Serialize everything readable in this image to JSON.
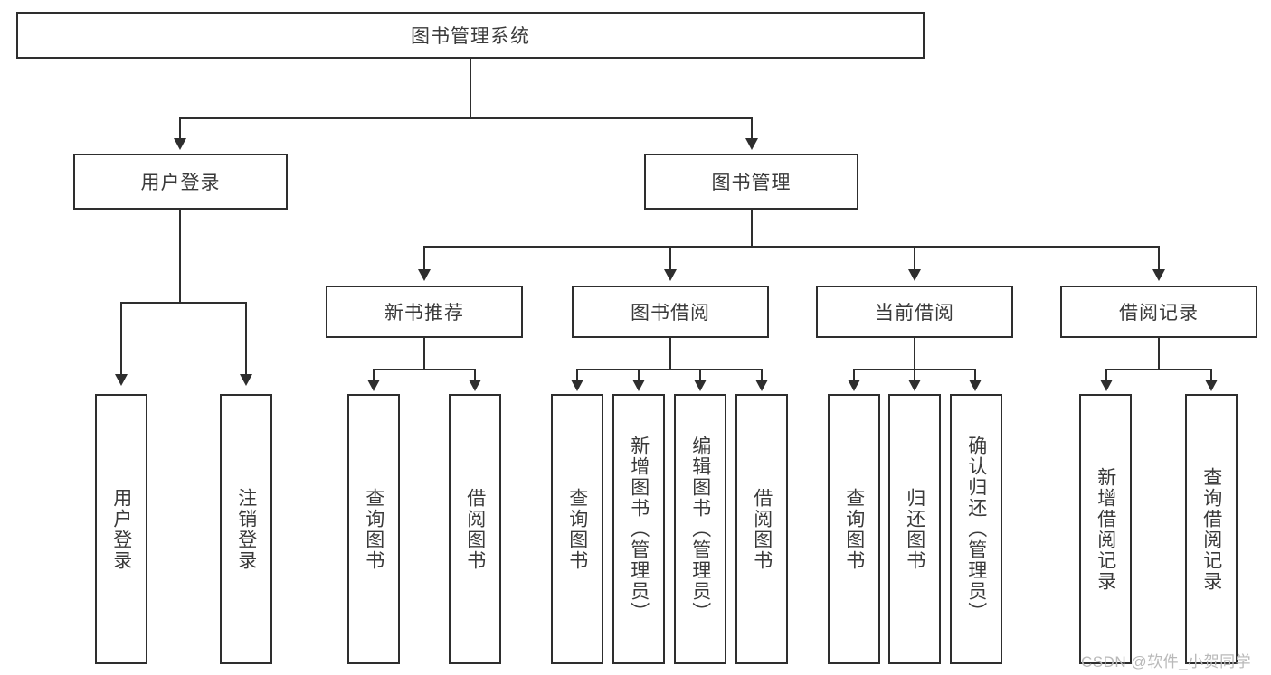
{
  "diagram": {
    "title": "图书管理系统",
    "type": "hierarchy-tree",
    "root": {
      "label": "图书管理系统"
    },
    "level2": [
      {
        "label": "用户登录"
      },
      {
        "label": "图书管理"
      }
    ],
    "level3": [
      {
        "label": "新书推荐"
      },
      {
        "label": "图书借阅"
      },
      {
        "label": "当前借阅"
      },
      {
        "label": "借阅记录"
      }
    ],
    "leaves": {
      "user_login": [
        {
          "label": "用户登录"
        },
        {
          "label": "注销登录"
        }
      ],
      "new_book_recommend": [
        {
          "label": "查询图书"
        },
        {
          "label": "借阅图书"
        }
      ],
      "book_borrow": [
        {
          "label": "查询图书"
        },
        {
          "label": "新增图书（管理员）"
        },
        {
          "label": "编辑图书（管理员）"
        },
        {
          "label": "借阅图书"
        }
      ],
      "current_borrow": [
        {
          "label": "查询图书"
        },
        {
          "label": "归还图书"
        },
        {
          "label": "确认归还（管理员）"
        }
      ],
      "borrow_record": [
        {
          "label": "新增借阅记录"
        },
        {
          "label": "查询借阅记录"
        }
      ]
    }
  },
  "watermark": {
    "text": "CSDN @软件_小贺同学"
  },
  "colors": {
    "stroke": "#2e2e2e",
    "text": "#3a3a3a",
    "background": "#ffffff",
    "watermark": "#b9b9b9"
  }
}
